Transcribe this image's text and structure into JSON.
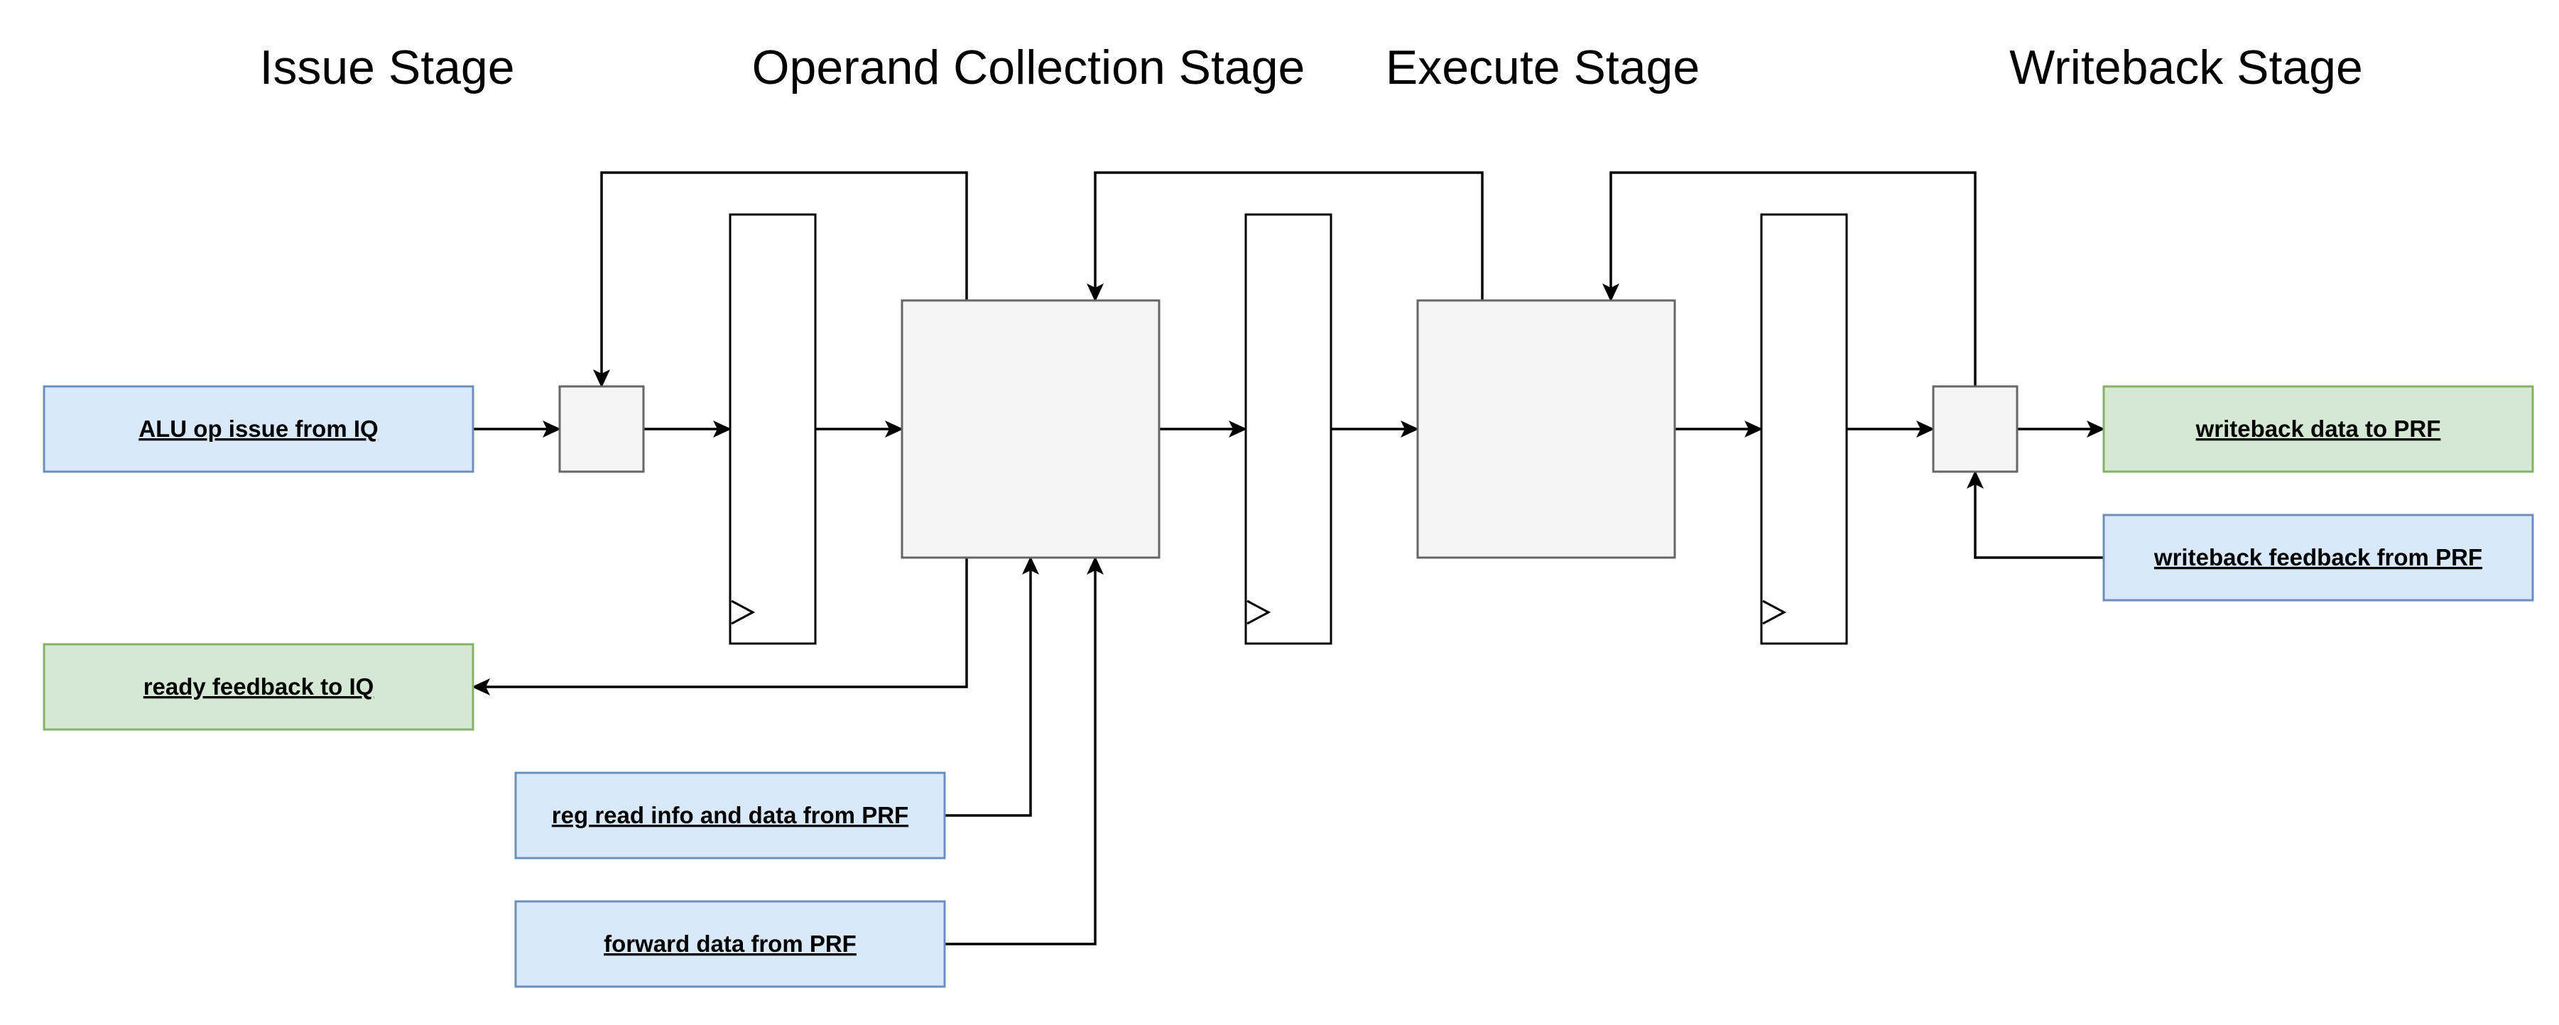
{
  "colors": {
    "blue_fill": "#dae8fc",
    "blue_stroke": "#6c8ebf",
    "green_fill": "#d5e8d4",
    "green_stroke": "#82b366",
    "gray_fill": "#f5f5f5",
    "gray_stroke": "#666666",
    "register_fill": "#ffffff",
    "line": "#000000"
  },
  "stages": {
    "issue": "Issue Stage",
    "operand_collection": "Operand Collection Stage",
    "execute": "Execute Stage",
    "writeback": "Writeback Stage"
  },
  "boxes": {
    "alu_op_issue": "ALU op issue from IQ",
    "ready_feedback": "ready feedback to IQ",
    "reg_read_info": "reg read info and data from PRF",
    "forward_data": "forward data from PRF",
    "writeback_data": "writeback data to PRF",
    "writeback_feedback": "writeback feedback from PRF"
  }
}
